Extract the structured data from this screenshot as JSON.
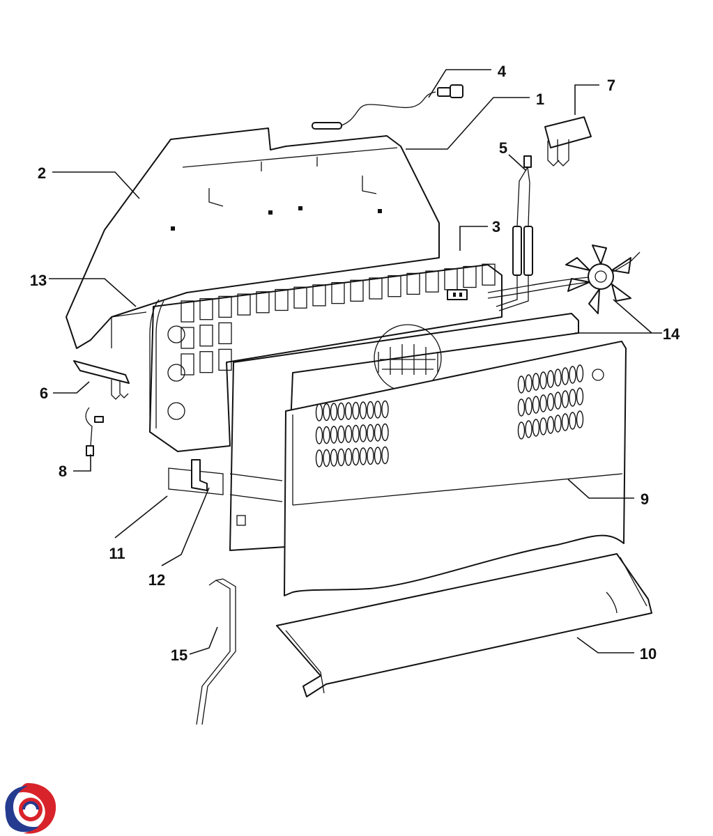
{
  "callouts": [
    {
      "id": "1",
      "label": "1"
    },
    {
      "id": "2",
      "label": "2"
    },
    {
      "id": "3",
      "label": "3"
    },
    {
      "id": "4",
      "label": "4"
    },
    {
      "id": "5",
      "label": "5"
    },
    {
      "id": "6",
      "label": "6"
    },
    {
      "id": "7",
      "label": "7"
    },
    {
      "id": "8",
      "label": "8"
    },
    {
      "id": "9",
      "label": "9"
    },
    {
      "id": "10",
      "label": "10"
    },
    {
      "id": "11",
      "label": "11"
    },
    {
      "id": "12",
      "label": "12"
    },
    {
      "id": "13",
      "label": "13"
    },
    {
      "id": "14",
      "label": "14"
    },
    {
      "id": "15",
      "label": "15"
    }
  ],
  "colors": {
    "line": "#111111",
    "background": "#ffffff",
    "logo_red": "#d8232a",
    "logo_blue": "#243b8f"
  },
  "logo": {
    "icon": "brand-swirl-icon"
  }
}
